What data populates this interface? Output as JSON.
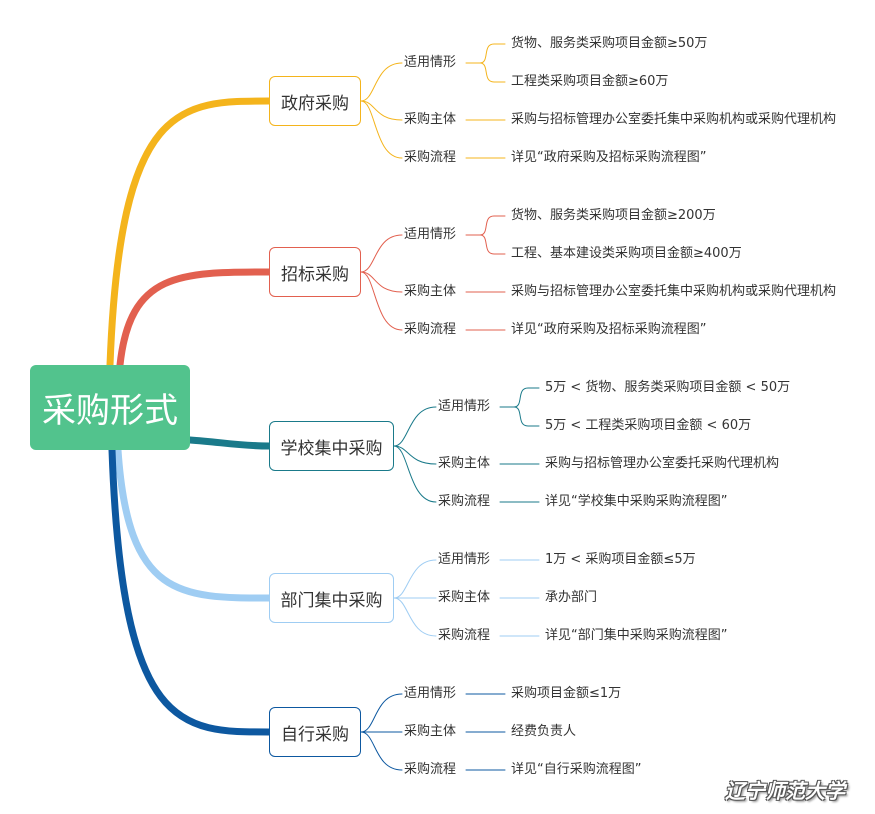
{
  "root": {
    "label": "采购形式",
    "color": "#52c38d"
  },
  "branches": [
    {
      "label": "政府采购",
      "color": "#f4b41c",
      "items": [
        {
          "label": "适用情形",
          "details": [
            "货物、服务类采购项目金额≥50万",
            "工程类采购项目金额≥60万"
          ]
        },
        {
          "label": "采购主体",
          "details": [
            "采购与招标管理办公室委托集中采购机构或采购代理机构"
          ]
        },
        {
          "label": "采购流程",
          "details": [
            "详见“政府采购及招标采购流程图”"
          ]
        }
      ]
    },
    {
      "label": "招标采购",
      "color": "#e2604f",
      "items": [
        {
          "label": "适用情形",
          "details": [
            "货物、服务类采购项目金额≥200万",
            "工程、基本建设类采购项目金额≥400万"
          ]
        },
        {
          "label": "采购主体",
          "details": [
            "采购与招标管理办公室委托集中采购机构或采购代理机构"
          ]
        },
        {
          "label": "采购流程",
          "details": [
            "详见“政府采购及招标采购流程图”"
          ]
        }
      ]
    },
    {
      "label": "学校集中采购",
      "color": "#1a7a8a",
      "items": [
        {
          "label": "适用情形",
          "details": [
            "5万 < 货物、服务类采购项目金额 < 50万",
            "5万 < 工程类采购项目金额 < 60万"
          ]
        },
        {
          "label": "采购主体",
          "details": [
            "采购与招标管理办公室委托采购代理机构"
          ]
        },
        {
          "label": "采购流程",
          "details": [
            "详见“学校集中采购采购流程图”"
          ]
        }
      ]
    },
    {
      "label": "部门集中采购",
      "color": "#9fcdf3",
      "items": [
        {
          "label": "适用情形",
          "details": [
            "1万 < 采购项目金额≤5万"
          ]
        },
        {
          "label": "采购主体",
          "details": [
            "承办部门"
          ]
        },
        {
          "label": "采购流程",
          "details": [
            "详见“部门集中采购采购流程图”"
          ]
        }
      ]
    },
    {
      "label": "自行采购",
      "color": "#0d58a0",
      "items": [
        {
          "label": "适用情形",
          "details": [
            "采购项目金额≤1万"
          ]
        },
        {
          "label": "采购主体",
          "details": [
            "经费负责人"
          ]
        },
        {
          "label": "采购流程",
          "details": [
            "详见“自行采购流程图”"
          ]
        }
      ]
    }
  ],
  "watermark": "辽宁师范大学"
}
